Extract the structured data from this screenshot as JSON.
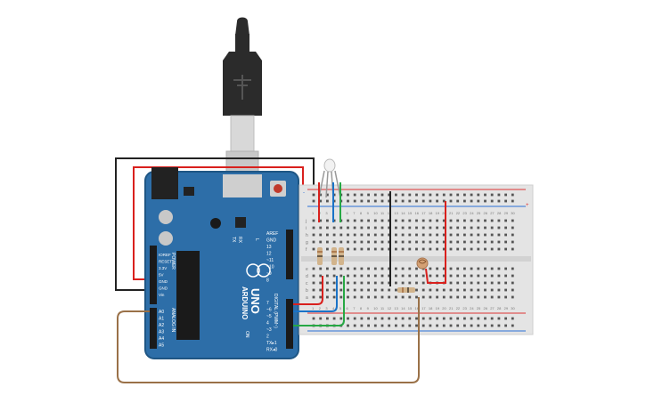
{
  "board": {
    "brand": "ARDUINO",
    "model": "UNO",
    "digital_header_label": "DIGITAL (PWM~)",
    "power_label": "POWER",
    "analog_label": "ANALOG IN",
    "on_label": "ON",
    "tx_label": "TX",
    "rx_label": "RX",
    "l_label": "L",
    "power_pins": [
      "IOREF",
      "RESET",
      "3.3V",
      "5V",
      "GND",
      "GND",
      "Vin"
    ],
    "analog_pins": [
      "A0",
      "A1",
      "A2",
      "A3",
      "A4",
      "A5"
    ],
    "digital_pins_top": [
      "AREF",
      "GND",
      "13",
      "12",
      "~11",
      "~10",
      "~9",
      "8"
    ],
    "digital_pins_bottom": [
      "7",
      "~6",
      "~5",
      "4",
      "~3",
      "2",
      "TX▸1",
      "RX◂0"
    ]
  },
  "breadboard": {
    "column_count": 30,
    "row_letters_top": [
      "j",
      "i",
      "h",
      "g",
      "f"
    ],
    "row_letters_bottom": [
      "e",
      "d",
      "c",
      "b",
      "a"
    ],
    "rail_plus": "+",
    "rail_minus": "-"
  },
  "colors": {
    "board": "#2d6ea8",
    "board_edge": "#1f5684",
    "breadboard": "#e4e4e4",
    "rail_red": "#d33",
    "rail_blue": "#2a6fd6",
    "wire_black": "#222222",
    "wire_red": "#d9201d",
    "wire_blue": "#1a73c7",
    "wire_green": "#27a844",
    "wire_brown": "#9a7148",
    "usb_body": "#2b2b2b",
    "usb_metal": "#d8d8d8"
  },
  "components": {
    "usb_cable": "usb-b-cable-icon",
    "rgb_led": "rgb-led-icon",
    "resistors": 4,
    "photoresistor": "photoresistor-icon"
  }
}
